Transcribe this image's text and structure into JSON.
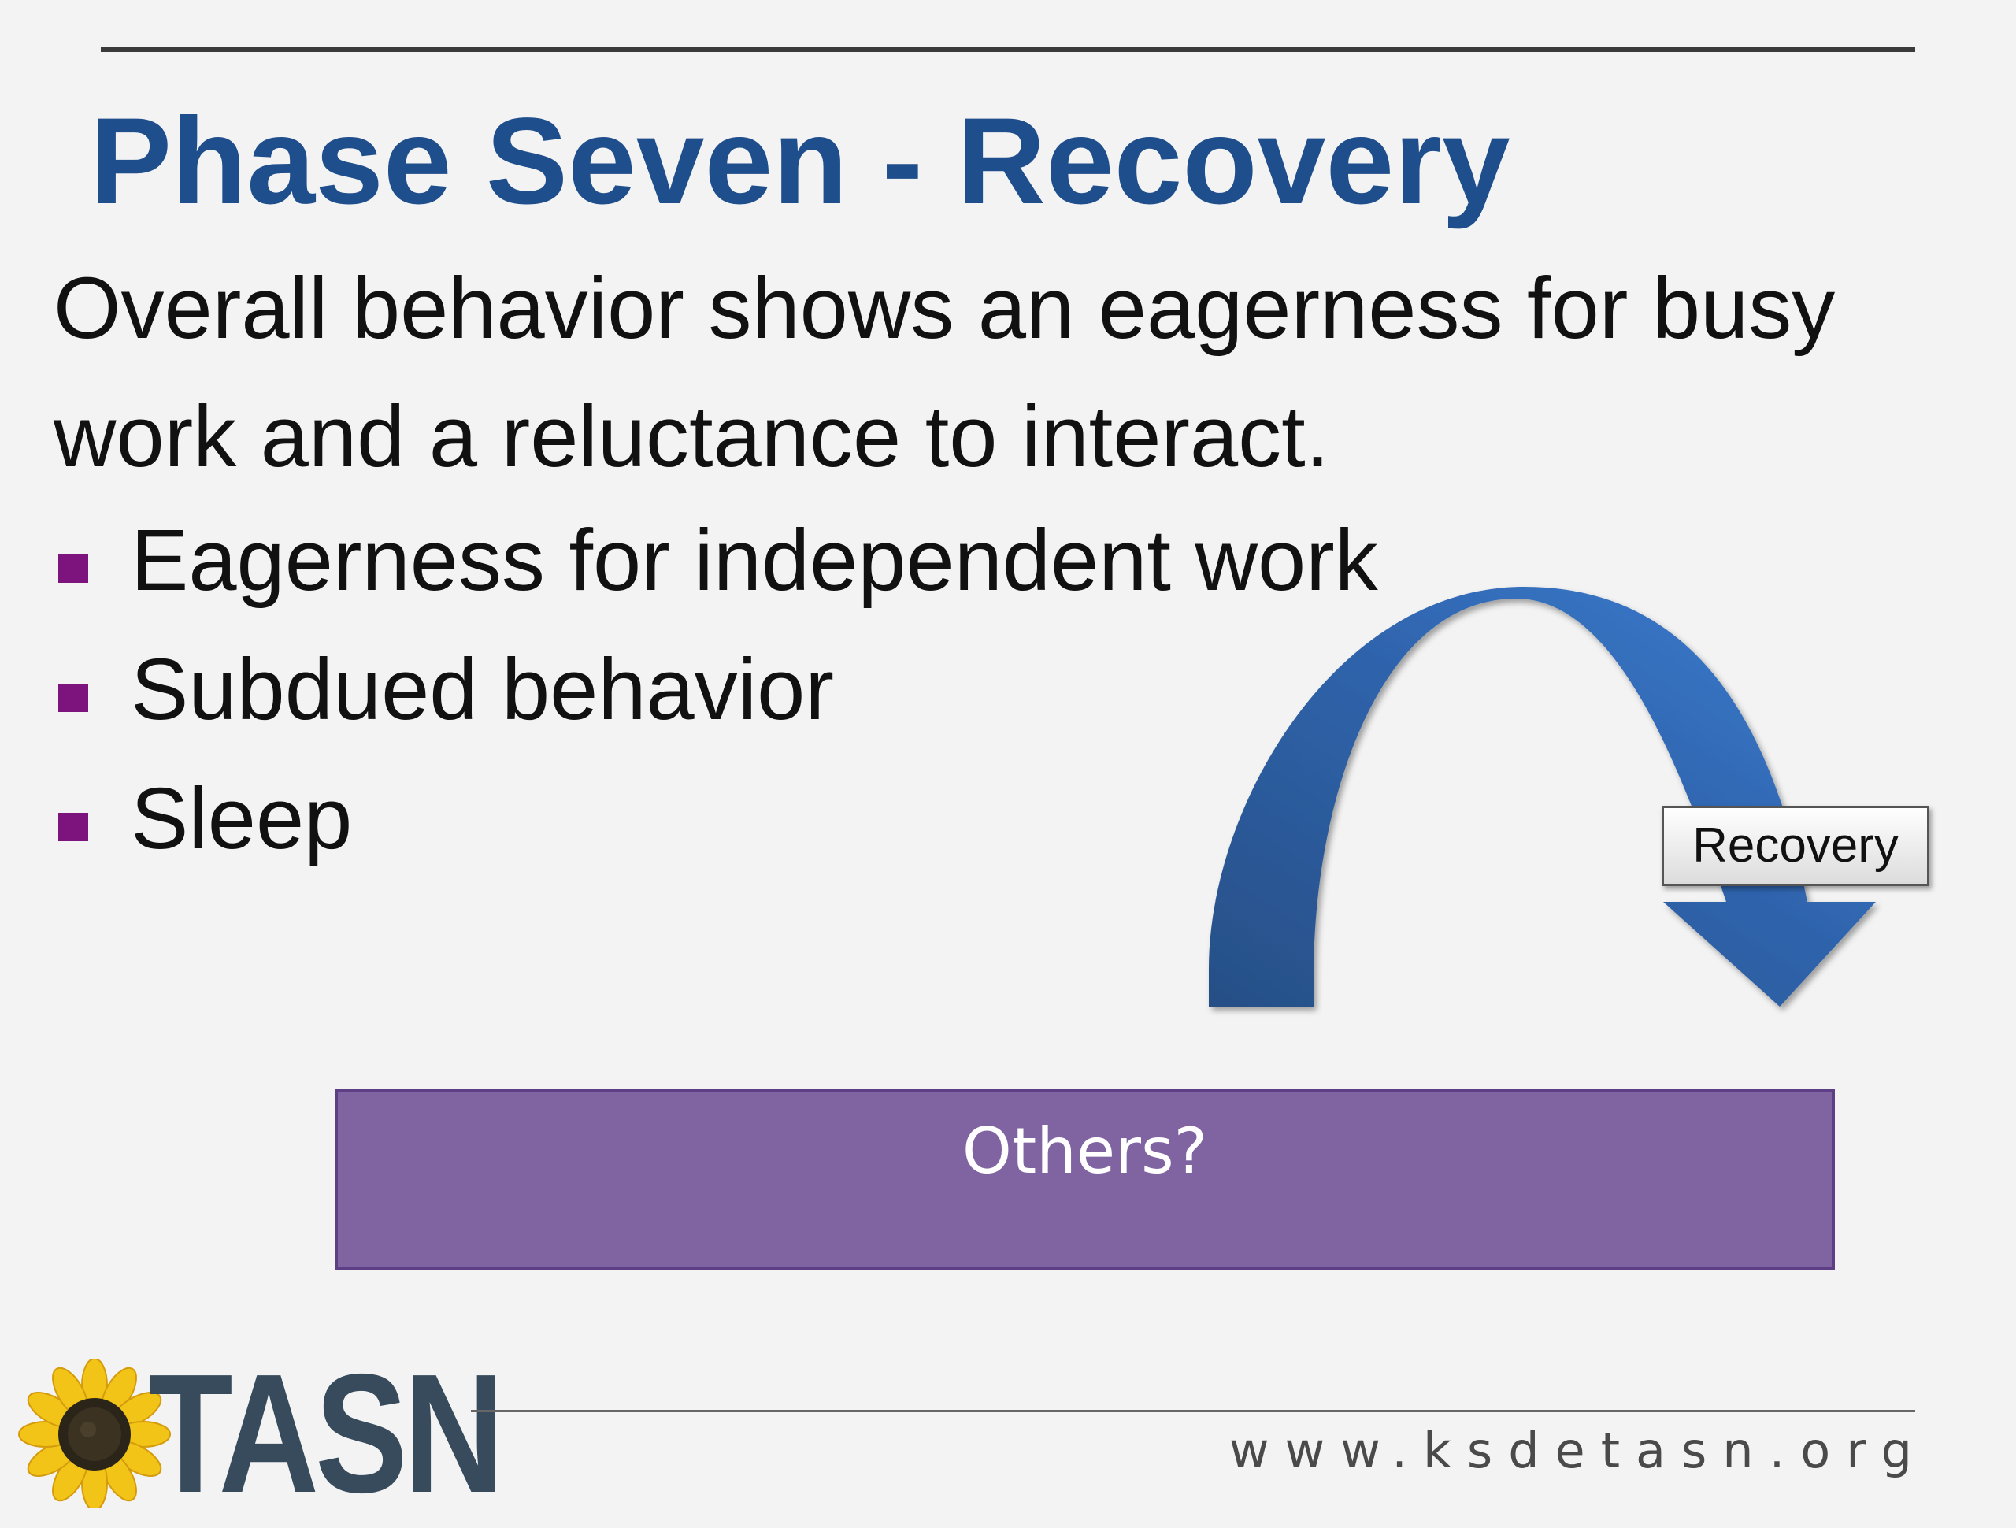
{
  "slide": {
    "title": "Phase Seven - Recovery",
    "intro": "Overall behavior shows an eagerness for busy work and a reluctance to interact.",
    "bullets": [
      "Eagerness for independent work",
      "Subdued behavior",
      "Sleep"
    ],
    "arrow_label": "Recovery",
    "box_text": "Others?"
  },
  "footer": {
    "logo_text": "TASN",
    "url": "www.ksdetasn.org"
  },
  "colors": {
    "title": "#1f4e8c",
    "bullet": "#7d147d",
    "arrow": "#3a73c2",
    "box": "#8064a2"
  }
}
